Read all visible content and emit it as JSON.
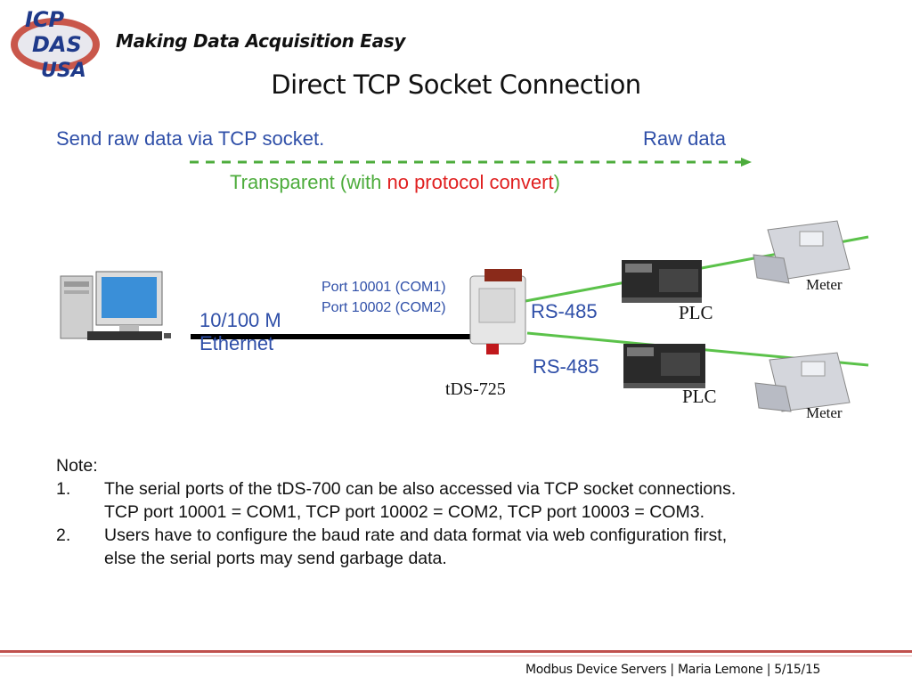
{
  "logo": {
    "line1": "ICP",
    "line2": "DAS",
    "line3": "USA"
  },
  "tagline": "Making Data Acquisition Easy",
  "title": "Direct TCP Socket Connection",
  "flow": {
    "send_label": "Send raw data via TCP socket.",
    "raw_label": "Raw data",
    "transparent_prefix": "Transparent (with ",
    "transparent_highlight": "no protocol convert",
    "transparent_suffix": ")"
  },
  "diagram": {
    "port1": "Port 10001 (COM1)",
    "port2": "Port 10002 (COM2)",
    "ethernet_line1": "10/100 M",
    "ethernet_line2": "Ethernet",
    "device_label": "tDS-725",
    "rs485_top": "RS-485",
    "rs485_bottom": "RS-485",
    "plc_top": "PLC",
    "plc_bottom": "PLC",
    "meter_top": "Meter",
    "meter_bottom": "Meter"
  },
  "note": {
    "heading": "Note:",
    "items": [
      {
        "num": "1.",
        "line1": "The serial ports of the tDS-700 can be also accessed via TCP socket connections.",
        "line2": "TCP port 10001 = COM1, TCP port 10002 = COM2, TCP port 10003 = COM3."
      },
      {
        "num": "2.",
        "line1": "Users have to configure the baud rate and data format via web configuration first,",
        "line2": "else the serial ports may send garbage data."
      }
    ]
  },
  "footer": "Modbus Device Servers | Maria  Lemone | 5/15/15",
  "colors": {
    "blue_text": "#2f4fa8",
    "green": "#4dac3c",
    "red": "#e02020",
    "footer_rule": "#c0504d"
  }
}
